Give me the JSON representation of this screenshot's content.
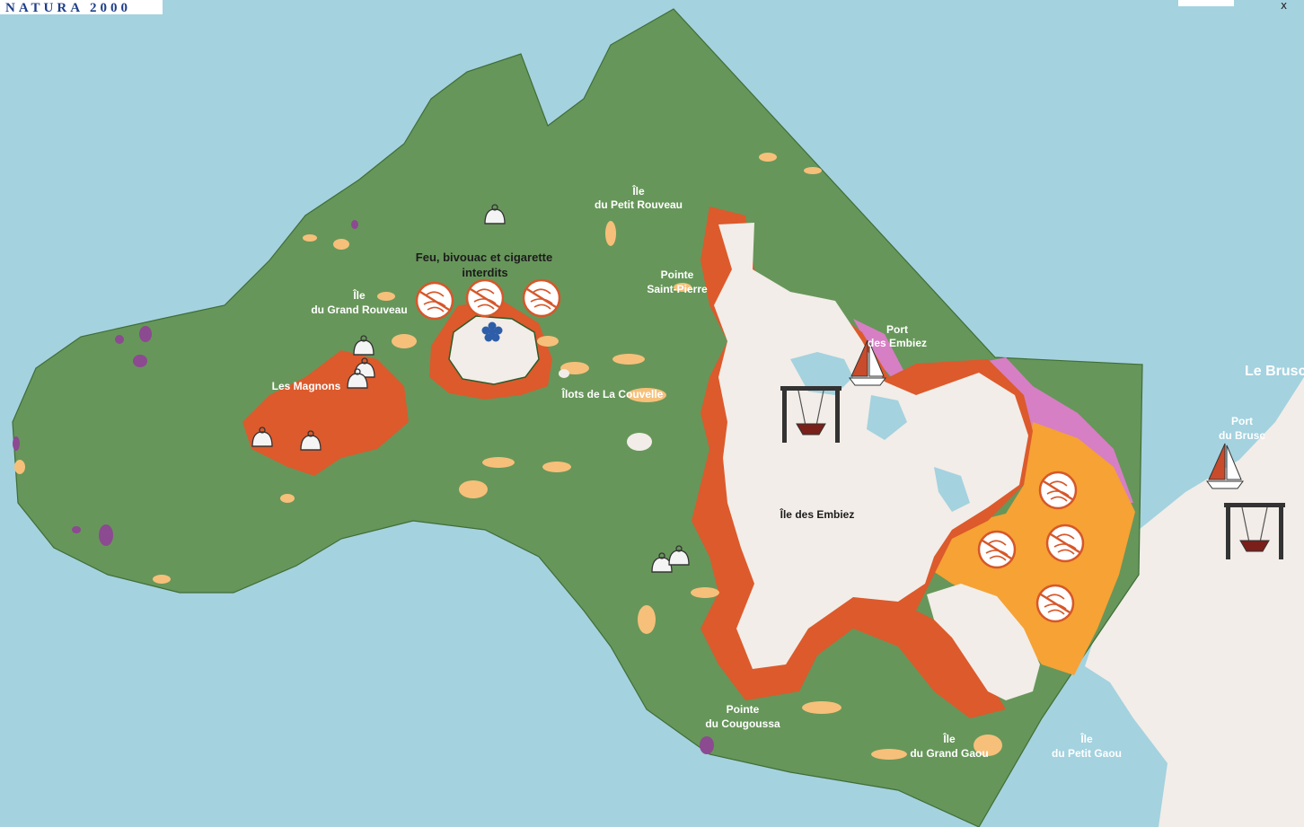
{
  "brand": {
    "logo_text": "NATURA 2000"
  },
  "colors": {
    "sea": "#a4d2df",
    "natura_zone": "#67965a",
    "seagrass_orange": "#dc5a2c",
    "sand_patch": "#f6c07a",
    "pink_zone": "#d67fc4",
    "restricted_orange": "#f6a234",
    "land": "#f2ede8",
    "purple_patch": "#8c4a91",
    "forbidden_red": "#d6572a"
  },
  "labels": {
    "petit_rouveau_1": "Île",
    "petit_rouveau_2": "du Petit Rouveau",
    "notice_1": "Feu, bivouac et cigarette",
    "notice_2": "interdits",
    "grand_rouveau_1": "Île",
    "grand_rouveau_2": "du Grand Rouveau",
    "pointe_st_pierre_1": "Pointe",
    "pointe_st_pierre_2": "Saint-Pierre",
    "port_embiez_1": "Port",
    "port_embiez_2": "des Embiez",
    "les_magnons": "Les Magnons",
    "ilots_couvelle": "Îlots de La Couvelle",
    "ile_embiez": "Île des Embiez",
    "le_brusc": "Le Brusc",
    "port_brusc_1": "Port",
    "port_brusc_2": "du Brusc",
    "pointe_cougoussa_1": "Pointe",
    "pointe_cougoussa_2": "du Cougoussa",
    "grand_gaou_1": "Île",
    "grand_gaou_2": "du Grand Gaou",
    "petit_gaou_1": "Île",
    "petit_gaou_2": "du Petit Gaou"
  },
  "icons": {
    "mooring_buoy": "mooring-buoy-icon",
    "no_fire": "no-fire-icon",
    "no_camping": "no-camping-icon",
    "no_smoking": "no-smoking-icon",
    "sailboat": "sailboat-icon",
    "boat_hoist": "boat-hoist-icon",
    "no_fishing": "no-fishing-icon",
    "no_swimming": "no-swimming-icon",
    "no_anchoring": "no-anchoring-icon",
    "no_jetski": "no-jetski-icon",
    "protected_flower": "protected-flower-icon"
  },
  "window": {
    "close_symbol": "x"
  }
}
